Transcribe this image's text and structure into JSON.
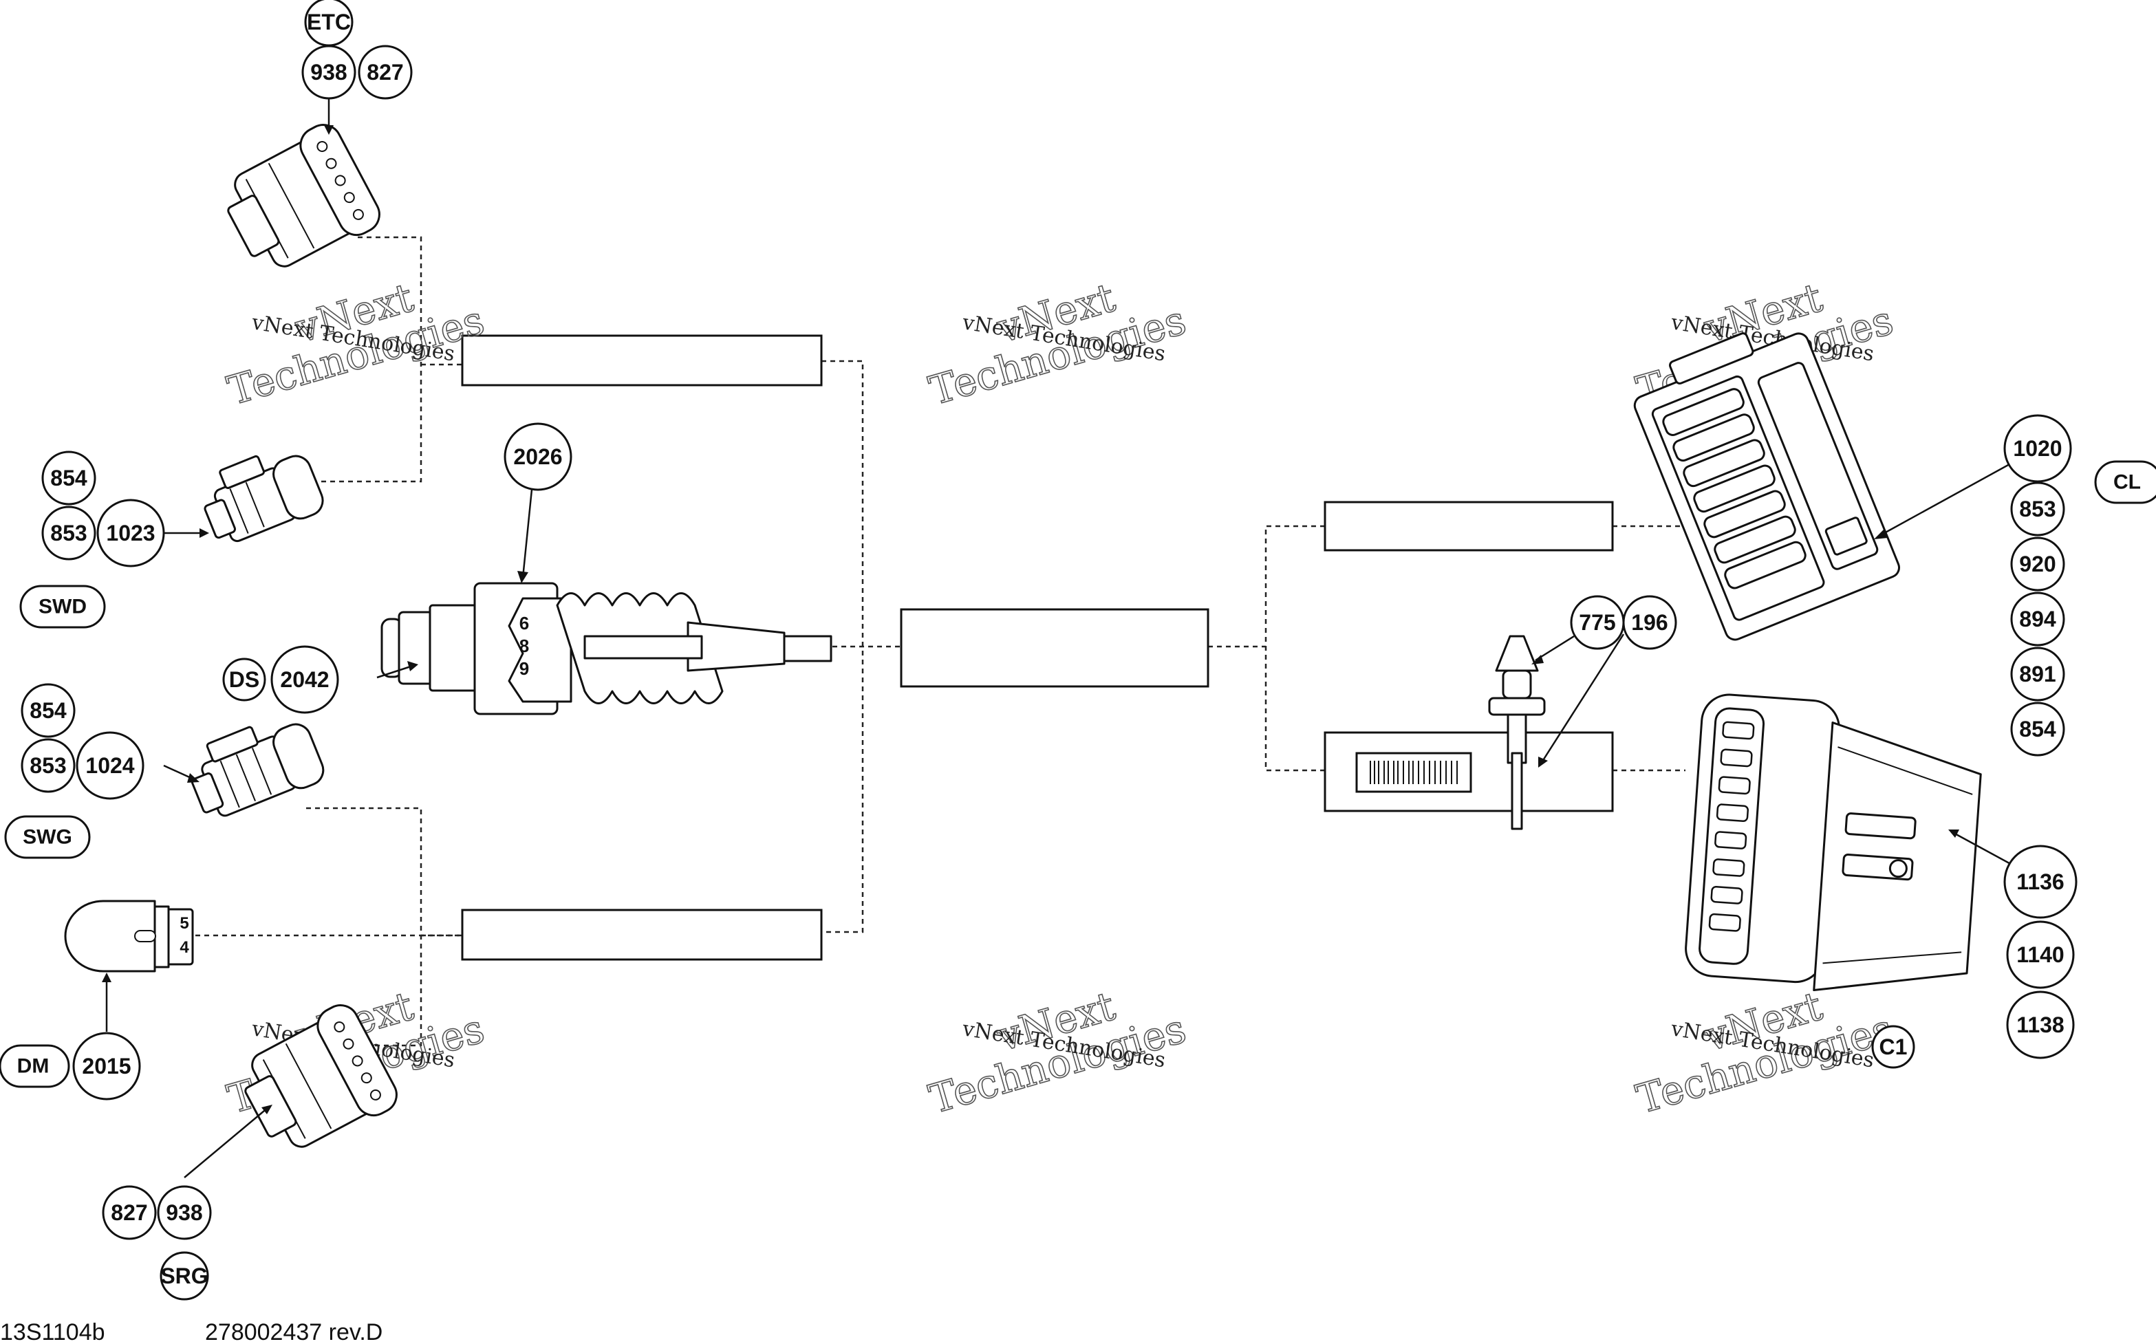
{
  "watermark": {
    "line1": "vNext Technologies",
    "line2": "vNext",
    "line3": "Technologies"
  },
  "labels": {
    "etc": "ETC",
    "swd": "SWD",
    "swg": "SWG",
    "ds": "DS",
    "dm": "DM",
    "srg": "SRG",
    "cl": "CL",
    "c1": "C1"
  },
  "parts": {
    "p938a": "938",
    "p827a": "827",
    "p854a": "854",
    "p853a": "853",
    "p1023": "1023",
    "p2026": "2026",
    "p2042": "2042",
    "p854b": "854",
    "p853b": "853",
    "p1024": "1024",
    "p2015": "2015",
    "p827b": "827",
    "p938b": "938",
    "p775": "775",
    "p196": "196",
    "p1020": "1020",
    "p853c": "853",
    "p920": "920",
    "p894": "894",
    "p891": "891",
    "p854c": "854",
    "p1136": "1136",
    "p1140": "1140",
    "p1138": "1138"
  },
  "pins": {
    "switch": [
      "6",
      "8",
      "9"
    ],
    "sensor": [
      "5",
      "4"
    ]
  },
  "footer": {
    "left": "13S1104b",
    "right": "278002437 rev.D"
  }
}
